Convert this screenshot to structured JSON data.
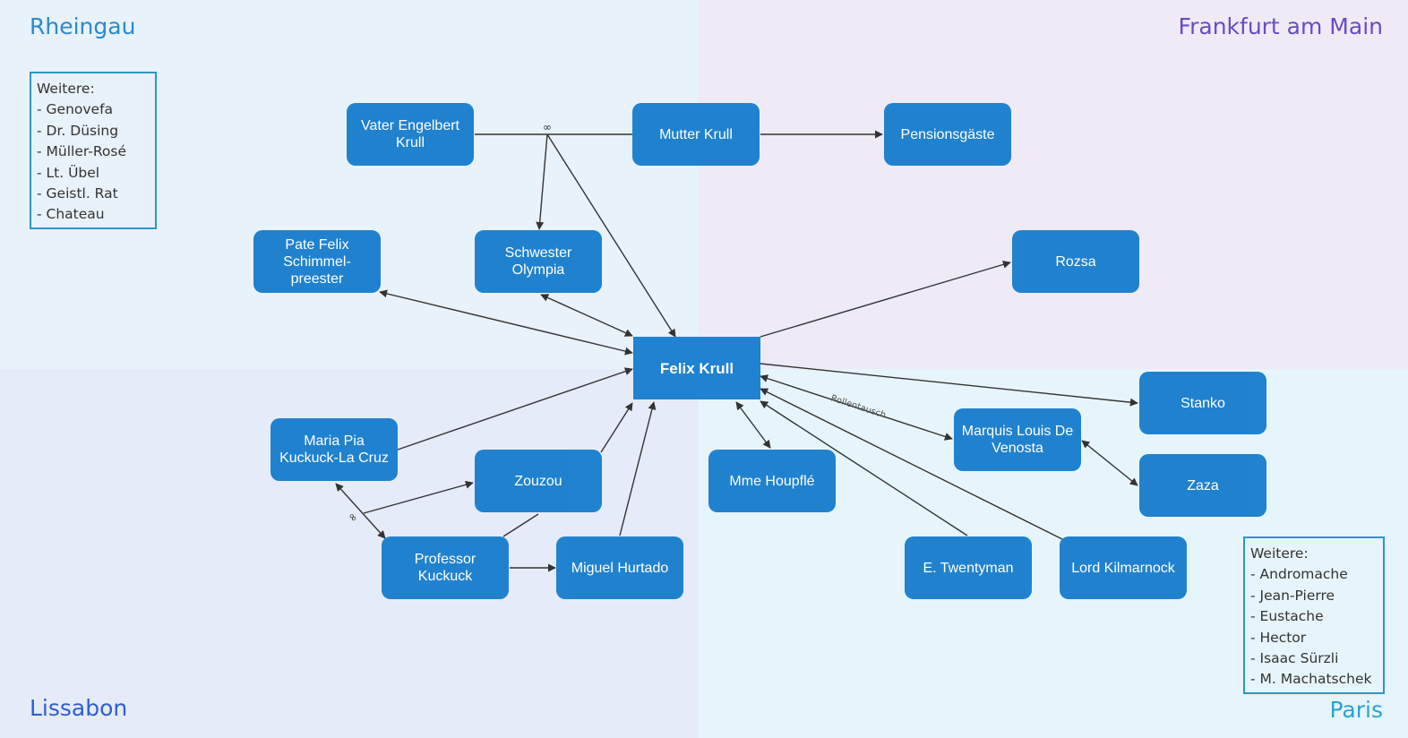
{
  "regions": {
    "rheingau": "Rheingau",
    "frankfurt": "Frankfurt am Main",
    "lissabon": "Lissabon",
    "paris": "Paris"
  },
  "others_left": {
    "title": "Weitere:",
    "items": [
      "- Genovefa",
      "- Dr. Düsing",
      "- Müller-Rosé",
      "- Lt. Übel",
      "- Geistl. Rat",
      "- Chateau"
    ]
  },
  "others_right": {
    "title": "Weitere:",
    "items": [
      "- Andromache",
      "- Jean-Pierre",
      "- Eustache",
      "- Hector",
      "- Isaac Sürzli",
      "- M. Machatschek"
    ]
  },
  "nodes": {
    "vater": "Vater Engelbert\nKrull",
    "mutter": "Mutter Krull",
    "pension": "Pensionsgäste",
    "pate": "Pate Felix\nSchimmel-\npreester",
    "schwester": "Schwester\nOlympia",
    "rozsa": "Rozsa",
    "felix": "Felix Krull",
    "stanko": "Stanko",
    "marquis": "Marquis Louis De\nVenosta",
    "zaza": "Zaza",
    "maria": "Maria Pia\nKuckuck-La Cruz",
    "zouzou": "Zouzou",
    "houpfle": "Mme Houpflé",
    "professor": "Professor\nKuckuck",
    "miguel": "Miguel Hurtado",
    "twentyman": "E. Twentyman",
    "kilmarnock": "Lord Kilmarnock"
  },
  "edge_labels": {
    "marriage": "∞",
    "rollentausch": "Rollentausch"
  }
}
